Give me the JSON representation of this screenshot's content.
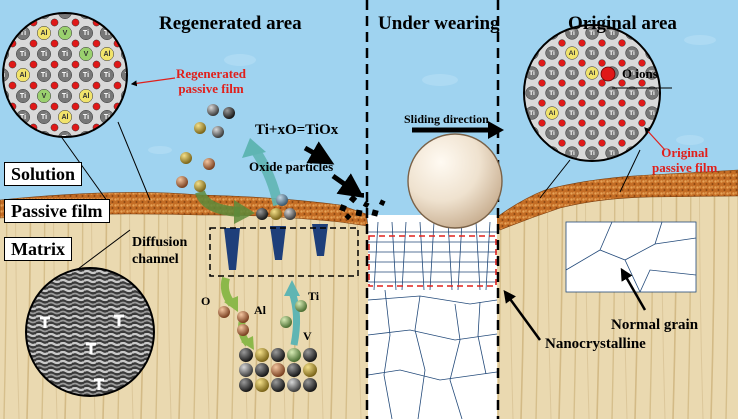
{
  "regions": {
    "regenerated": "Regenerated area",
    "wearing": "Under wearing",
    "original": "Original area"
  },
  "layers": {
    "solution": "Solution",
    "passive_film": "Passive film",
    "matrix": "Matrix"
  },
  "labels": {
    "regenerated_film": "Regenerated\npassive film",
    "original_film": "Original\npassive film",
    "o_ions": "O ions",
    "reaction": "Ti+xO=TiOx",
    "oxide_particles": "Oxide particles",
    "sliding": "Sliding direction",
    "diffusion": "Diffusion\nchannel",
    "nanocrystalline": "Nanocrystalline",
    "normal_grain": "Normal grain",
    "el_o": "O",
    "el_al": "Al",
    "el_ti": "Ti",
    "el_v": "V"
  },
  "atoms": {
    "ti": "Ti",
    "al": "Al",
    "v": "V"
  },
  "colors": {
    "solution": "#9fd3f0",
    "film": "#c8762c",
    "matrix": "#e8d6ad",
    "red": "#e0201c",
    "ti_atom": "#777777",
    "al_atom": "#f1e36b",
    "v_atom": "#9ad06e",
    "o_atom": "#e01818",
    "arrow_teal": "#5fb5b3",
    "arrow_green": "#8cb84a"
  }
}
